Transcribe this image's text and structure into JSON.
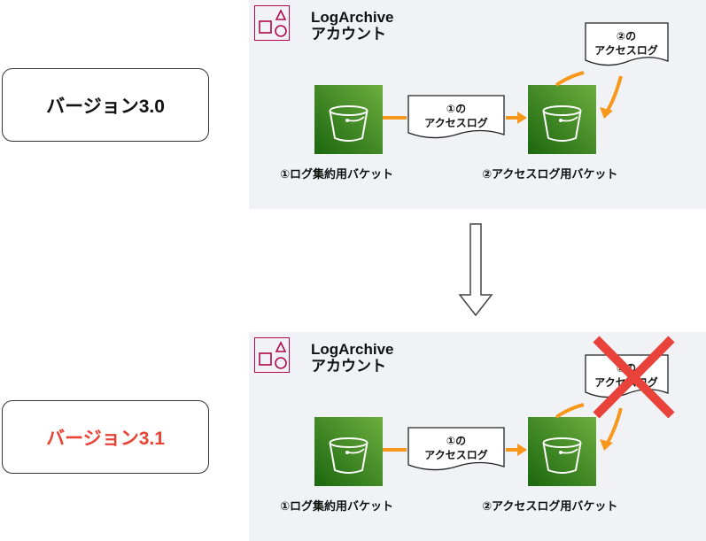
{
  "versions": {
    "old": {
      "label": "バージョン3.0",
      "color": "#111111"
    },
    "new": {
      "label": "バージョン3.1",
      "color": "#ea4335"
    }
  },
  "panels": [
    {
      "account_title_line1": "LogArchive",
      "account_title_line2": "アカウント",
      "bucket1_label": "①ログ集約用バケット",
      "bucket2_label": "②アクセスログ用バケット",
      "doc1_line1": "①の",
      "doc1_line2": "アクセスログ",
      "doc2_line1": "②の",
      "doc2_line2": "アクセスログ",
      "doc2_removed": false
    },
    {
      "account_title_line1": "LogArchive",
      "account_title_line2": "アカウント",
      "bucket1_label": "①ログ集約用バケット",
      "bucket2_label": "②アクセスログ用バケット",
      "doc1_line1": "①の",
      "doc1_line2": "アクセスログ",
      "doc2_line1": "②の",
      "doc2_line2": "アクセスログ",
      "doc2_removed": true
    }
  ],
  "colors": {
    "arrow": "#f7981d",
    "cross": "#e8423a",
    "panel_bg": "#f1f2f6",
    "account_icon": "#b0084d"
  }
}
